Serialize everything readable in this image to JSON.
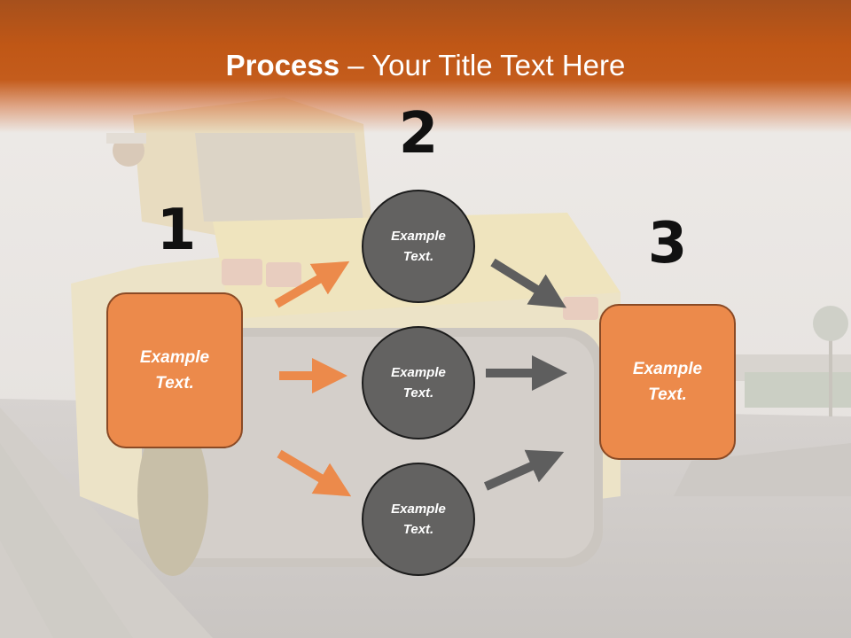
{
  "slide": {
    "title_bold": "Process",
    "title_rest": " – Your Title Text Here"
  },
  "colors": {
    "header": "#c45c1c",
    "box_fill": "#ec8a4b",
    "circle_fill": "#636261",
    "arrow_orange": "#ec8a4b",
    "arrow_gray": "#5e5e5e"
  },
  "steps": {
    "one": {
      "number": "1",
      "line1": "Example",
      "line2": "Text."
    },
    "two": {
      "number": "2"
    },
    "three": {
      "number": "3",
      "line1": "Example",
      "line2": "Text."
    }
  },
  "circles": [
    {
      "line1": "Example",
      "line2": "Text."
    },
    {
      "line1": "Example",
      "line2": "Text."
    },
    {
      "line1": "Example",
      "line2": "Text."
    }
  ],
  "background_image": "road-paving-roller-photo"
}
